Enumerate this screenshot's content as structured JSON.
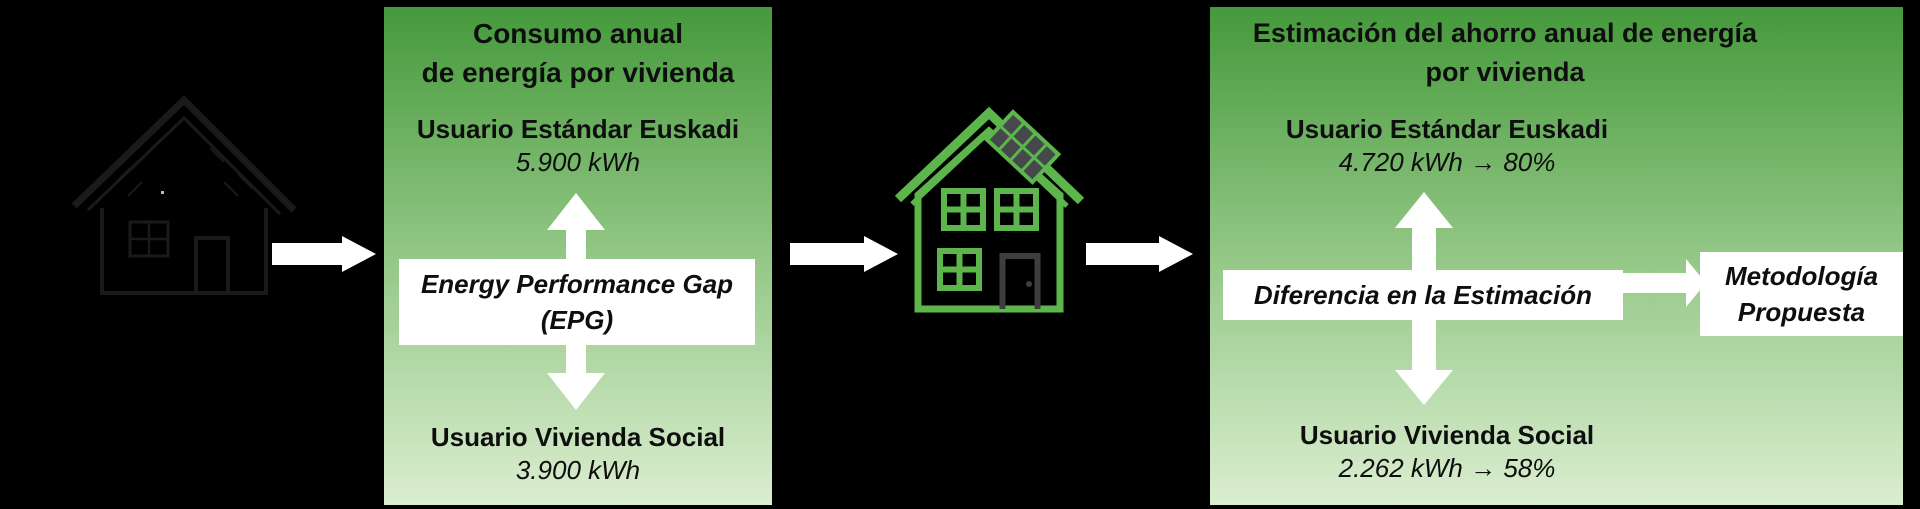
{
  "colors": {
    "background": "#000000",
    "panel_gradient_top": "#45993b",
    "panel_gradient_bottom": "#dbeed0",
    "house_green": "#5cb64b",
    "door_gray": "#3e3e3e",
    "solar_cell_gray": "#45494c",
    "arrow_white": "#ffffff",
    "text_black": "#0e0e0e",
    "sketch_stroke": "#1a1a1a"
  },
  "consumo_panel": {
    "title_line1": "Consumo anual",
    "title_line2": "de energía por vivienda",
    "standard_user": {
      "label": "Usuario Estándar Euskadi",
      "value": "5.900 kWh"
    },
    "epg_box": {
      "line1": "Energy Performance Gap",
      "line2": "(EPG)"
    },
    "social_user": {
      "label": "Usuario Vivienda Social",
      "value": "3.900 kWh"
    }
  },
  "ahorro_panel": {
    "title_line1": "Estimación del ahorro anual de energía",
    "title_line2": "por vivienda",
    "standard_user": {
      "label": "Usuario Estándar Euskadi",
      "value": "4.720 kWh → 80%"
    },
    "difference_box": {
      "label": "Diferencia en la Estimación"
    },
    "methodology_box": {
      "line1": "Metodología",
      "line2": "Propuesta"
    },
    "social_user": {
      "label": "Usuario Vivienda Social",
      "value": "2.262 kWh → 58%"
    }
  },
  "icons": {
    "sketch_house": "sketch-house-icon",
    "green_house_solar": "green-house-solar-icon",
    "flow_arrow": "right-arrow-icon",
    "updown_arrow": "up-down-arrow-icon"
  }
}
